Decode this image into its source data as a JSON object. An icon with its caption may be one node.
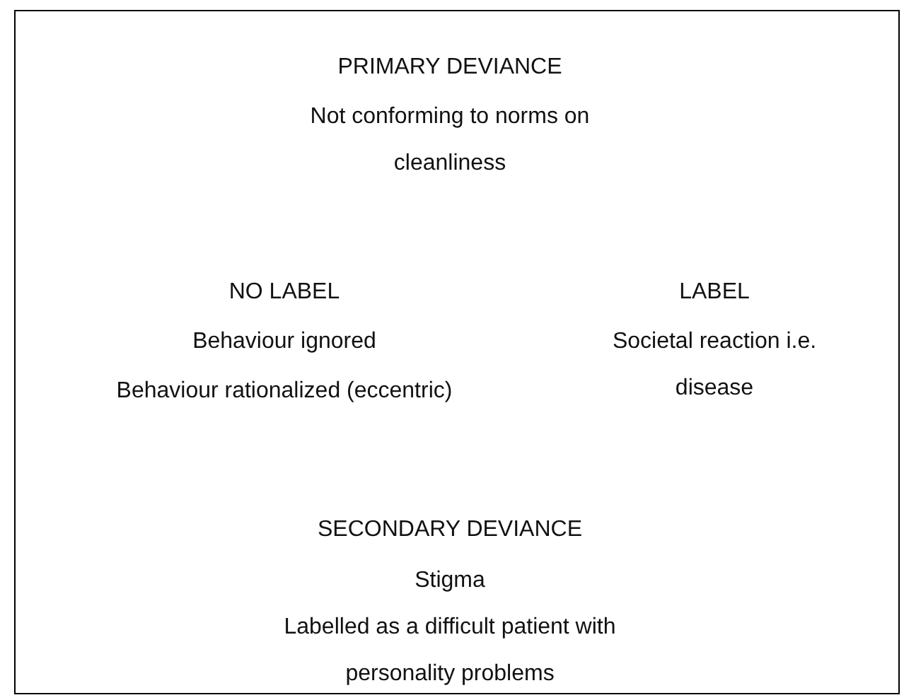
{
  "diagram": {
    "nodes": [
      {
        "text": [
          "PRIMARY DEVIANCE",
          "Not conforming to norms on cleanliness",
          "NO LABEL",
          "Behaviour ignored",
          "Behaviour rationalized (eccentric)",
          "LABEL",
          "Societal reaction i.e. disease",
          "SECONDARY DEVIANCE",
          "Stigma",
          "Labelled as a difficult patient with personality problems"
        ]
      }
    ],
    "edges": []
  }
}
